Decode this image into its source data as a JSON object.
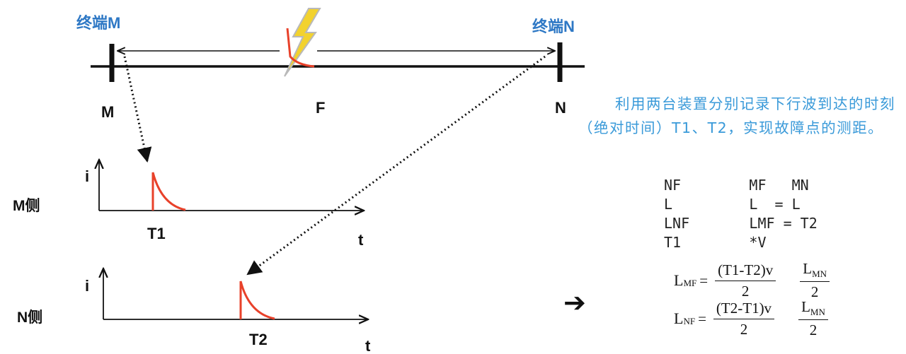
{
  "terminals": {
    "m_title": "终端M",
    "n_title": "终端N",
    "m_node": "M",
    "n_node": "N",
    "fault": "F"
  },
  "waveforms": {
    "m_side": {
      "side_label": "M侧",
      "y_axis": "i",
      "x_axis": "t",
      "time_label": "T1"
    },
    "n_side": {
      "side_label": "N侧",
      "y_axis": "i",
      "x_axis": "t",
      "time_label": "T2"
    }
  },
  "description": "利用两台装置分别记录下行波到达的时刻（绝对时间）T1、T2，实现故障点的测距。",
  "relations": {
    "rows": [
      "NF        MF   MN",
      "L         L  = L",
      "LNF       LMF = T2",
      "T1        *V"
    ]
  },
  "formulas": [
    {
      "lhs": "L",
      "lhs_sub": "MF",
      "eq": "=",
      "num": "(T1-T2)v",
      "den": "2",
      "num2": "L",
      "num2_sub": "MN",
      "den2": "2"
    },
    {
      "lhs": "L",
      "lhs_sub": "NF",
      "eq": "=",
      "num": "(T2-T1)v",
      "den": "2",
      "num2": "L",
      "num2_sub": "MN",
      "den2": "2"
    }
  ],
  "arrow_symbol": "➔",
  "colors": {
    "terminal_text": "#2e78c5",
    "description_text": "#3a9ad9",
    "wave": "#e8412a",
    "lightning": "#f2d22e"
  }
}
